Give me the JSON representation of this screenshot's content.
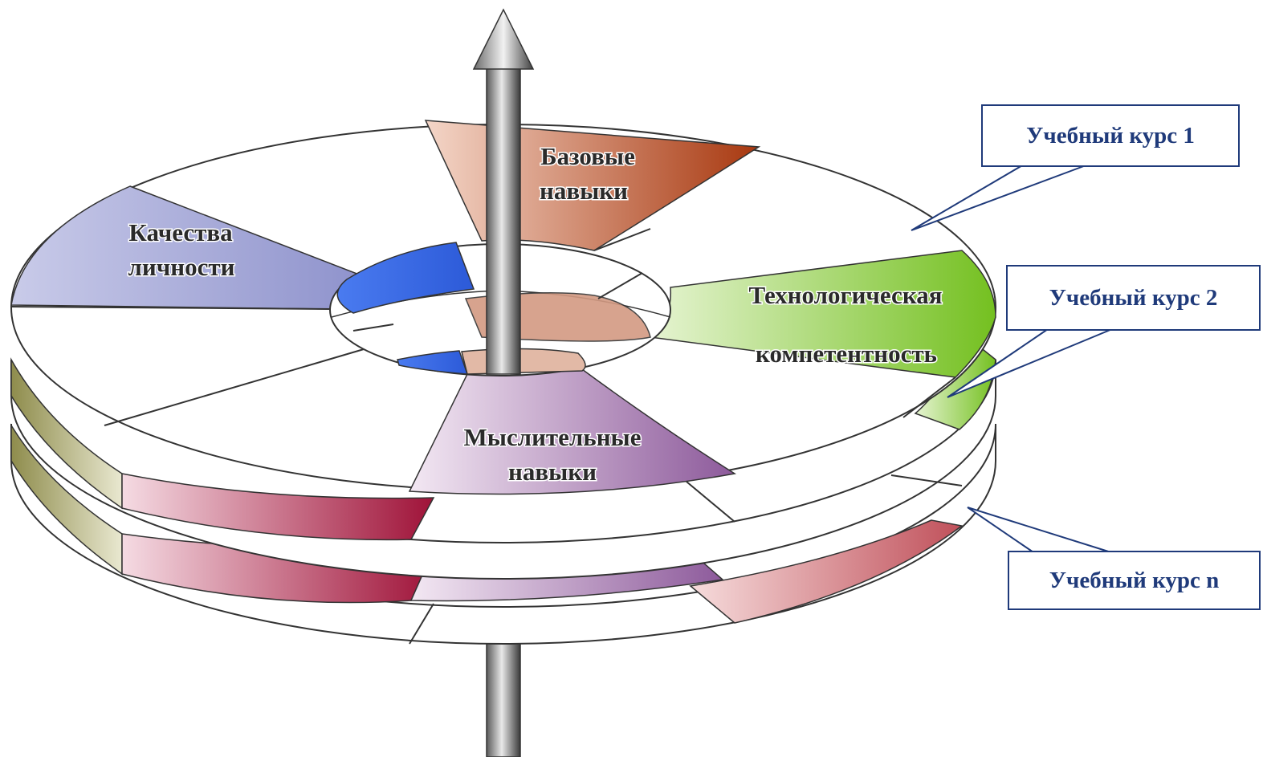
{
  "segments": {
    "base_skills": {
      "line1": "Базовые",
      "line2": "навыки"
    },
    "personal_qualities": {
      "line1": "Качества",
      "line2": "личности"
    },
    "tech_competence": {
      "line1": "Технологическая",
      "line2": "компетентность"
    },
    "thinking_skills": {
      "line1": "Мыслительные",
      "line2": "навыки"
    }
  },
  "callouts": {
    "course_1": "Учебный курс 1",
    "course_2": "Учебный курс 2",
    "course_n": "Учебный курс n"
  },
  "colors": {
    "base_skills": "#b5441d",
    "personal_qualities": "#8a8fc8",
    "tech_competence": "#7fc428",
    "thinking_skills": "#8e5a9a",
    "ring_crimson": "#a3143c",
    "ring_olive": "#9c9a5c",
    "inner_blue": "#3f6fe6",
    "callout_border": "#1f3a7a",
    "axis": "#4a4a4a"
  }
}
